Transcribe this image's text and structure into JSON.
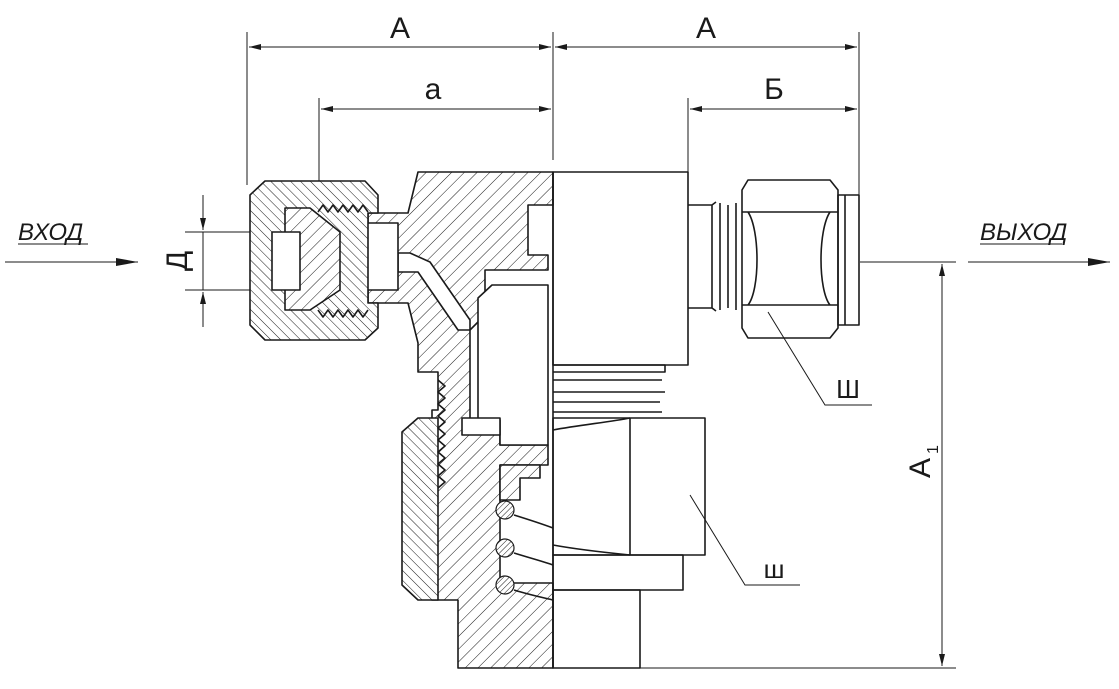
{
  "diagram": {
    "dimensions": {
      "A_left": "А",
      "A_right": "А",
      "a": "а",
      "B": "Б",
      "D": "Д",
      "A1_main": "А",
      "A1_sub": "1"
    },
    "flow": {
      "inlet": "ВХОД",
      "outlet": "ВЫХОД"
    },
    "leaders": {
      "hex_upper": "Ш",
      "hex_lower": "ш"
    }
  }
}
